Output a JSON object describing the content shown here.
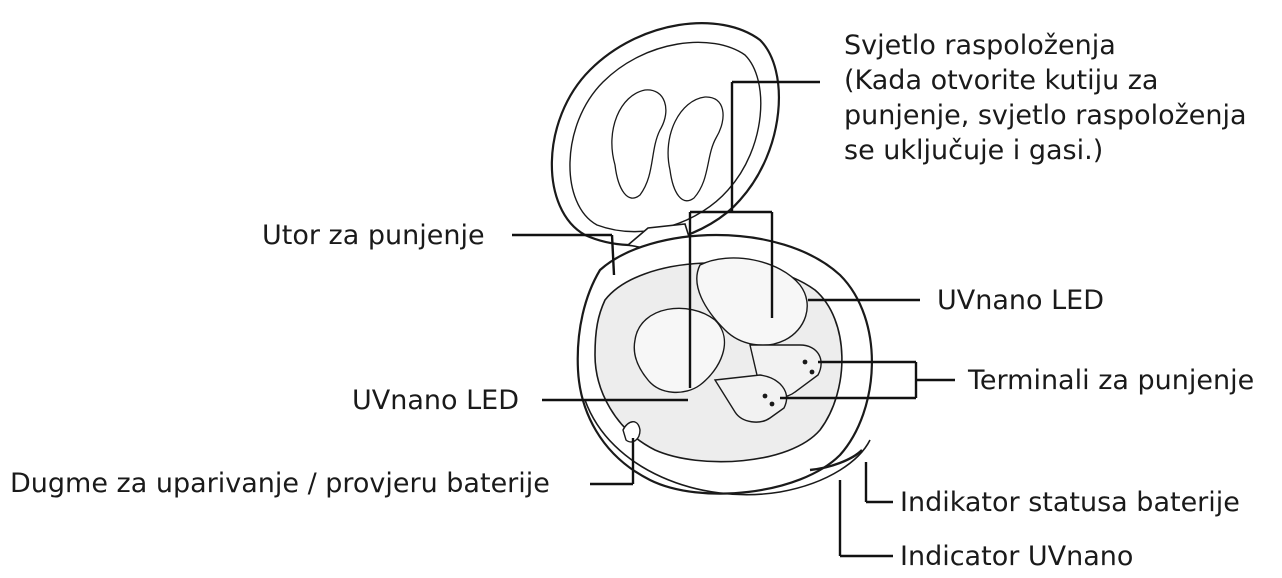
{
  "diagram": {
    "labels": {
      "mood_light": {
        "title": "Svjetlo raspoloženja",
        "lines": [
          "(Kada otvorite kutiju za",
          "punjenje, svjetlo raspoloženja",
          "se uključuje i gasi.)"
        ]
      },
      "charging_slot": "Utor za punjenje",
      "uvnano_led_right": "UVnano LED",
      "charging_terminals": "Terminali za punjenje",
      "uvnano_led_left": "UVnano LED",
      "pairing_button": "Dugme za uparivanje / provjeru baterije",
      "battery_status_indicator": "Indikator statusa baterije",
      "uvnano_indicator": "Indicator UVnano"
    },
    "colors": {
      "outline": "#1a1a1a",
      "case_fill": "#ffffff",
      "tray_fill": "#ededed",
      "leader": "#111111"
    }
  }
}
